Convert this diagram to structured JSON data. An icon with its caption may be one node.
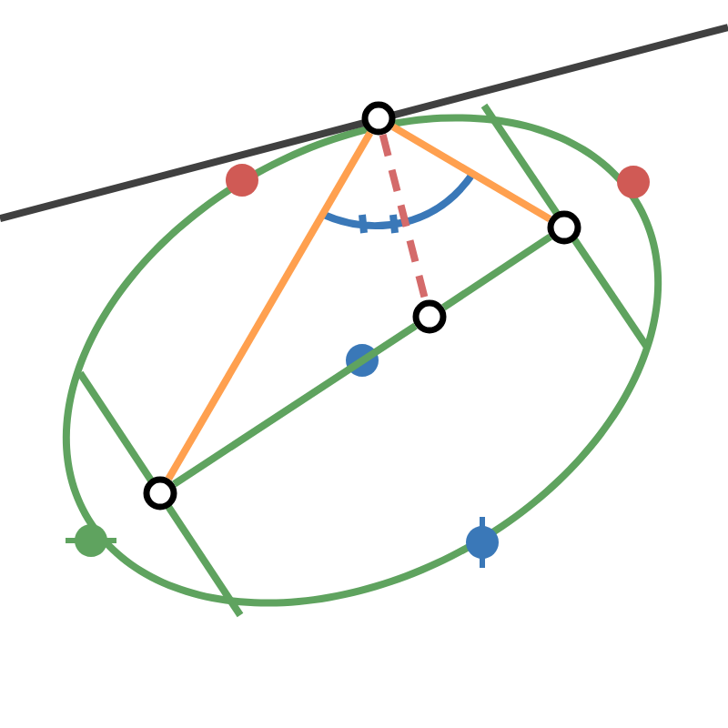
{
  "diagram": {
    "nodes": [
      {
        "text": [],
        "shape": "circle"
      },
      {
        "text": [],
        "shape": "circle"
      },
      {
        "text": [],
        "shape": "circle"
      },
      {
        "text": [],
        "shape": "circle"
      }
    ],
    "edges": [
      {
        "from": 0,
        "to": 3,
        "arrow": "none",
        "color": "#ffa04f"
      },
      {
        "from": 0,
        "to": 1,
        "arrow": "none",
        "color": "#ffa04f"
      },
      {
        "from": 3,
        "to": 2,
        "arrow": "none",
        "color": "#5fa35f"
      },
      {
        "from": 2,
        "to": 1,
        "arrow": "none",
        "color": "#5fa35f"
      },
      {
        "from": 0,
        "to": 2,
        "arrow": "none",
        "style": "dashed",
        "color": "#d46a6a"
      }
    ]
  }
}
